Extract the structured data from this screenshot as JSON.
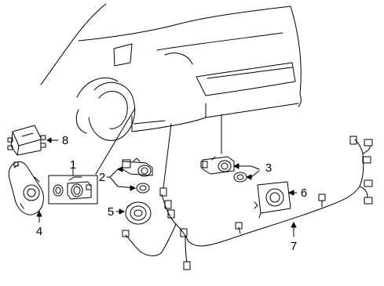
{
  "diagram": {
    "callouts": [
      {
        "id": "part-1",
        "label": "1"
      },
      {
        "id": "part-2",
        "label": "2"
      },
      {
        "id": "part-3",
        "label": "3"
      },
      {
        "id": "part-4",
        "label": "4"
      },
      {
        "id": "part-5",
        "label": "5"
      },
      {
        "id": "part-6",
        "label": "6"
      },
      {
        "id": "part-7",
        "label": "7"
      },
      {
        "id": "part-8",
        "label": "8"
      }
    ]
  }
}
